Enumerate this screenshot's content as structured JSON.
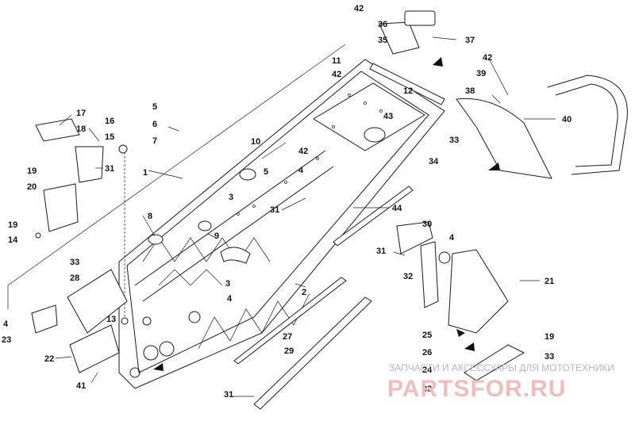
{
  "callouts": [
    {
      "id": "42a",
      "text": "42"
    },
    {
      "id": "36",
      "text": "36"
    },
    {
      "id": "35",
      "text": "35"
    },
    {
      "id": "37",
      "text": "37"
    },
    {
      "id": "11",
      "text": "11"
    },
    {
      "id": "42b",
      "text": "42"
    },
    {
      "id": "42c",
      "text": "42"
    },
    {
      "id": "39",
      "text": "39"
    },
    {
      "id": "38",
      "text": "38"
    },
    {
      "id": "12",
      "text": "12"
    },
    {
      "id": "40",
      "text": "40"
    },
    {
      "id": "17",
      "text": "17"
    },
    {
      "id": "5a",
      "text": "5"
    },
    {
      "id": "6",
      "text": "6"
    },
    {
      "id": "18",
      "text": "18"
    },
    {
      "id": "16",
      "text": "16"
    },
    {
      "id": "7",
      "text": "7"
    },
    {
      "id": "15",
      "text": "15"
    },
    {
      "id": "43",
      "text": "43"
    },
    {
      "id": "10",
      "text": "10"
    },
    {
      "id": "33a",
      "text": "33"
    },
    {
      "id": "42d",
      "text": "42"
    },
    {
      "id": "34",
      "text": "34"
    },
    {
      "id": "31a",
      "text": "31"
    },
    {
      "id": "1",
      "text": "1"
    },
    {
      "id": "19a",
      "text": "19"
    },
    {
      "id": "5b",
      "text": "5"
    },
    {
      "id": "4a",
      "text": "4"
    },
    {
      "id": "20",
      "text": "20"
    },
    {
      "id": "3a",
      "text": "3"
    },
    {
      "id": "44",
      "text": "44"
    },
    {
      "id": "31b",
      "text": "31"
    },
    {
      "id": "8",
      "text": "8"
    },
    {
      "id": "19b",
      "text": "19"
    },
    {
      "id": "30",
      "text": "30"
    },
    {
      "id": "14",
      "text": "14"
    },
    {
      "id": "9",
      "text": "9"
    },
    {
      "id": "4b",
      "text": "4"
    },
    {
      "id": "31c",
      "text": "31"
    },
    {
      "id": "33b",
      "text": "33"
    },
    {
      "id": "32",
      "text": "32"
    },
    {
      "id": "28",
      "text": "28"
    },
    {
      "id": "3b",
      "text": "3"
    },
    {
      "id": "21",
      "text": "21"
    },
    {
      "id": "2",
      "text": "2"
    },
    {
      "id": "4c",
      "text": "4"
    },
    {
      "id": "13",
      "text": "13"
    },
    {
      "id": "4d",
      "text": "4"
    },
    {
      "id": "23",
      "text": "23"
    },
    {
      "id": "27",
      "text": "27"
    },
    {
      "id": "25",
      "text": "25"
    },
    {
      "id": "19c",
      "text": "19"
    },
    {
      "id": "29",
      "text": "29"
    },
    {
      "id": "26",
      "text": "26"
    },
    {
      "id": "22",
      "text": "22"
    },
    {
      "id": "33c",
      "text": "33"
    },
    {
      "id": "24",
      "text": "24"
    },
    {
      "id": "41",
      "text": "41"
    },
    {
      "id": "33d",
      "text": "33"
    },
    {
      "id": "31d",
      "text": "31"
    }
  ],
  "watermark": {
    "tagline": "ЗАПЧАСТИ И АКСЕССУАРЫ ДЛЯ МОТОТЕХНИКИ",
    "brand": "PARTSFOR.RU",
    "tagline_color": "#b7b7b7",
    "brand_color": "#f2bcbc"
  }
}
